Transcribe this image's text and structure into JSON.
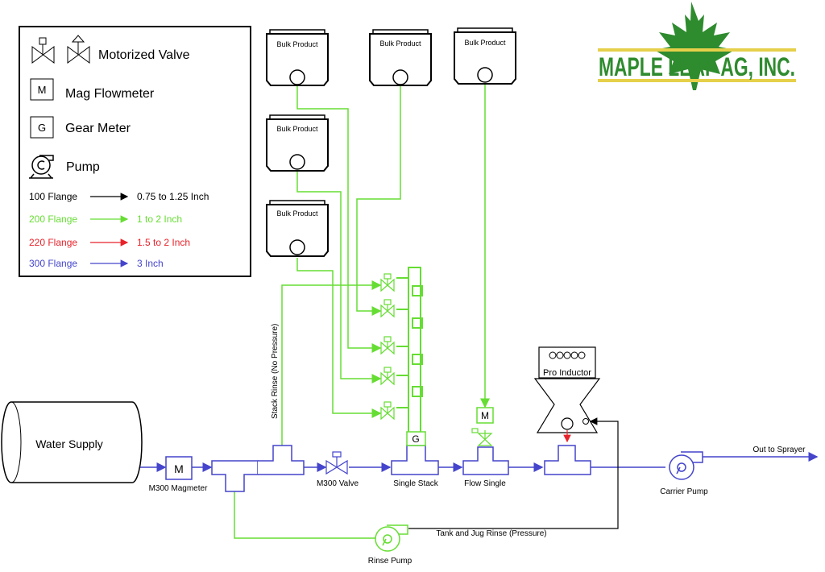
{
  "legend": {
    "motorized_valve": "Motorized Valve",
    "mag_flowmeter": "Mag Flowmeter",
    "gear_meter": "Gear Meter",
    "pump": "Pump",
    "meter_M": "M",
    "meter_G": "G",
    "flanges": [
      {
        "flange": "100 Flange",
        "size": "0.75 to 1.25 Inch",
        "color": "#000000"
      },
      {
        "flange": "200 Flange",
        "size": "1 to 2 Inch",
        "color": "#66dd33"
      },
      {
        "flange": "220 Flange",
        "size": "1.5 to 2 Inch",
        "color": "#e8222a"
      },
      {
        "flange": "300 Flange",
        "size": "3 Inch",
        "color": "#4444cc"
      }
    ]
  },
  "logo": {
    "text": "MAPLE LEAF AG, INC.",
    "color": "#2e8b2e",
    "bar_color": "#e6d04a"
  },
  "bulk_products": [
    "Bulk Product",
    "Bulk Product",
    "Bulk Product",
    "Bulk Product",
    "Bulk Product"
  ],
  "components": {
    "water_supply": "Water Supply",
    "m300_magmeter": "M300 Magmeter",
    "m300_valve": "M300 Valve",
    "single_stack": "Single Stack",
    "flow_single": "Flow Single",
    "pro_inductor": "Pro Inductor",
    "carrier_pump": "Carrier Pump",
    "rinse_pump": "Rinse Pump",
    "out_to_sprayer": "Out to Sprayer",
    "stack_rinse": "Stack Rinse (No Pressure)",
    "tank_jug_rinse": "Tank and Jug Rinse (Pressure)",
    "meter_M": "M",
    "meter_G": "G"
  },
  "colors": {
    "green": "#66dd33",
    "blue": "#4444cc",
    "red": "#e8222a",
    "black": "#000000"
  }
}
